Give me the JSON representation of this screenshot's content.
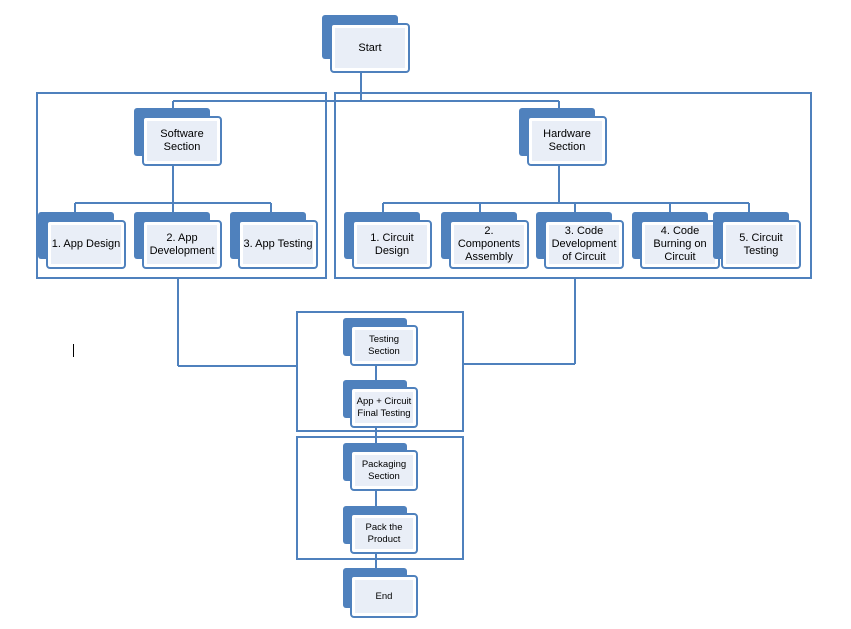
{
  "nodes": {
    "start": "Start",
    "software": "Software Section",
    "hardware": "Hardware Section",
    "app_design": "1. App Design",
    "app_development": "2. App Development",
    "app_testing": "3. App Testing",
    "circuit_design": "1. Circuit Design",
    "components_assembly": "2. Components Assembly",
    "code_development": "3. Code Development of Circuit",
    "code_burning": "4. Code Burning on Circuit",
    "circuit_testing": "5. Circuit Testing",
    "testing_section": "Testing Section",
    "final_testing": "App + Circuit Final Testing",
    "packaging_section": "Packaging Section",
    "pack_product": "Pack the Product",
    "end": "End"
  },
  "colors": {
    "accent": "#4f81bd",
    "card_fill": "#e9eef7",
    "line": "#4f81bd"
  }
}
